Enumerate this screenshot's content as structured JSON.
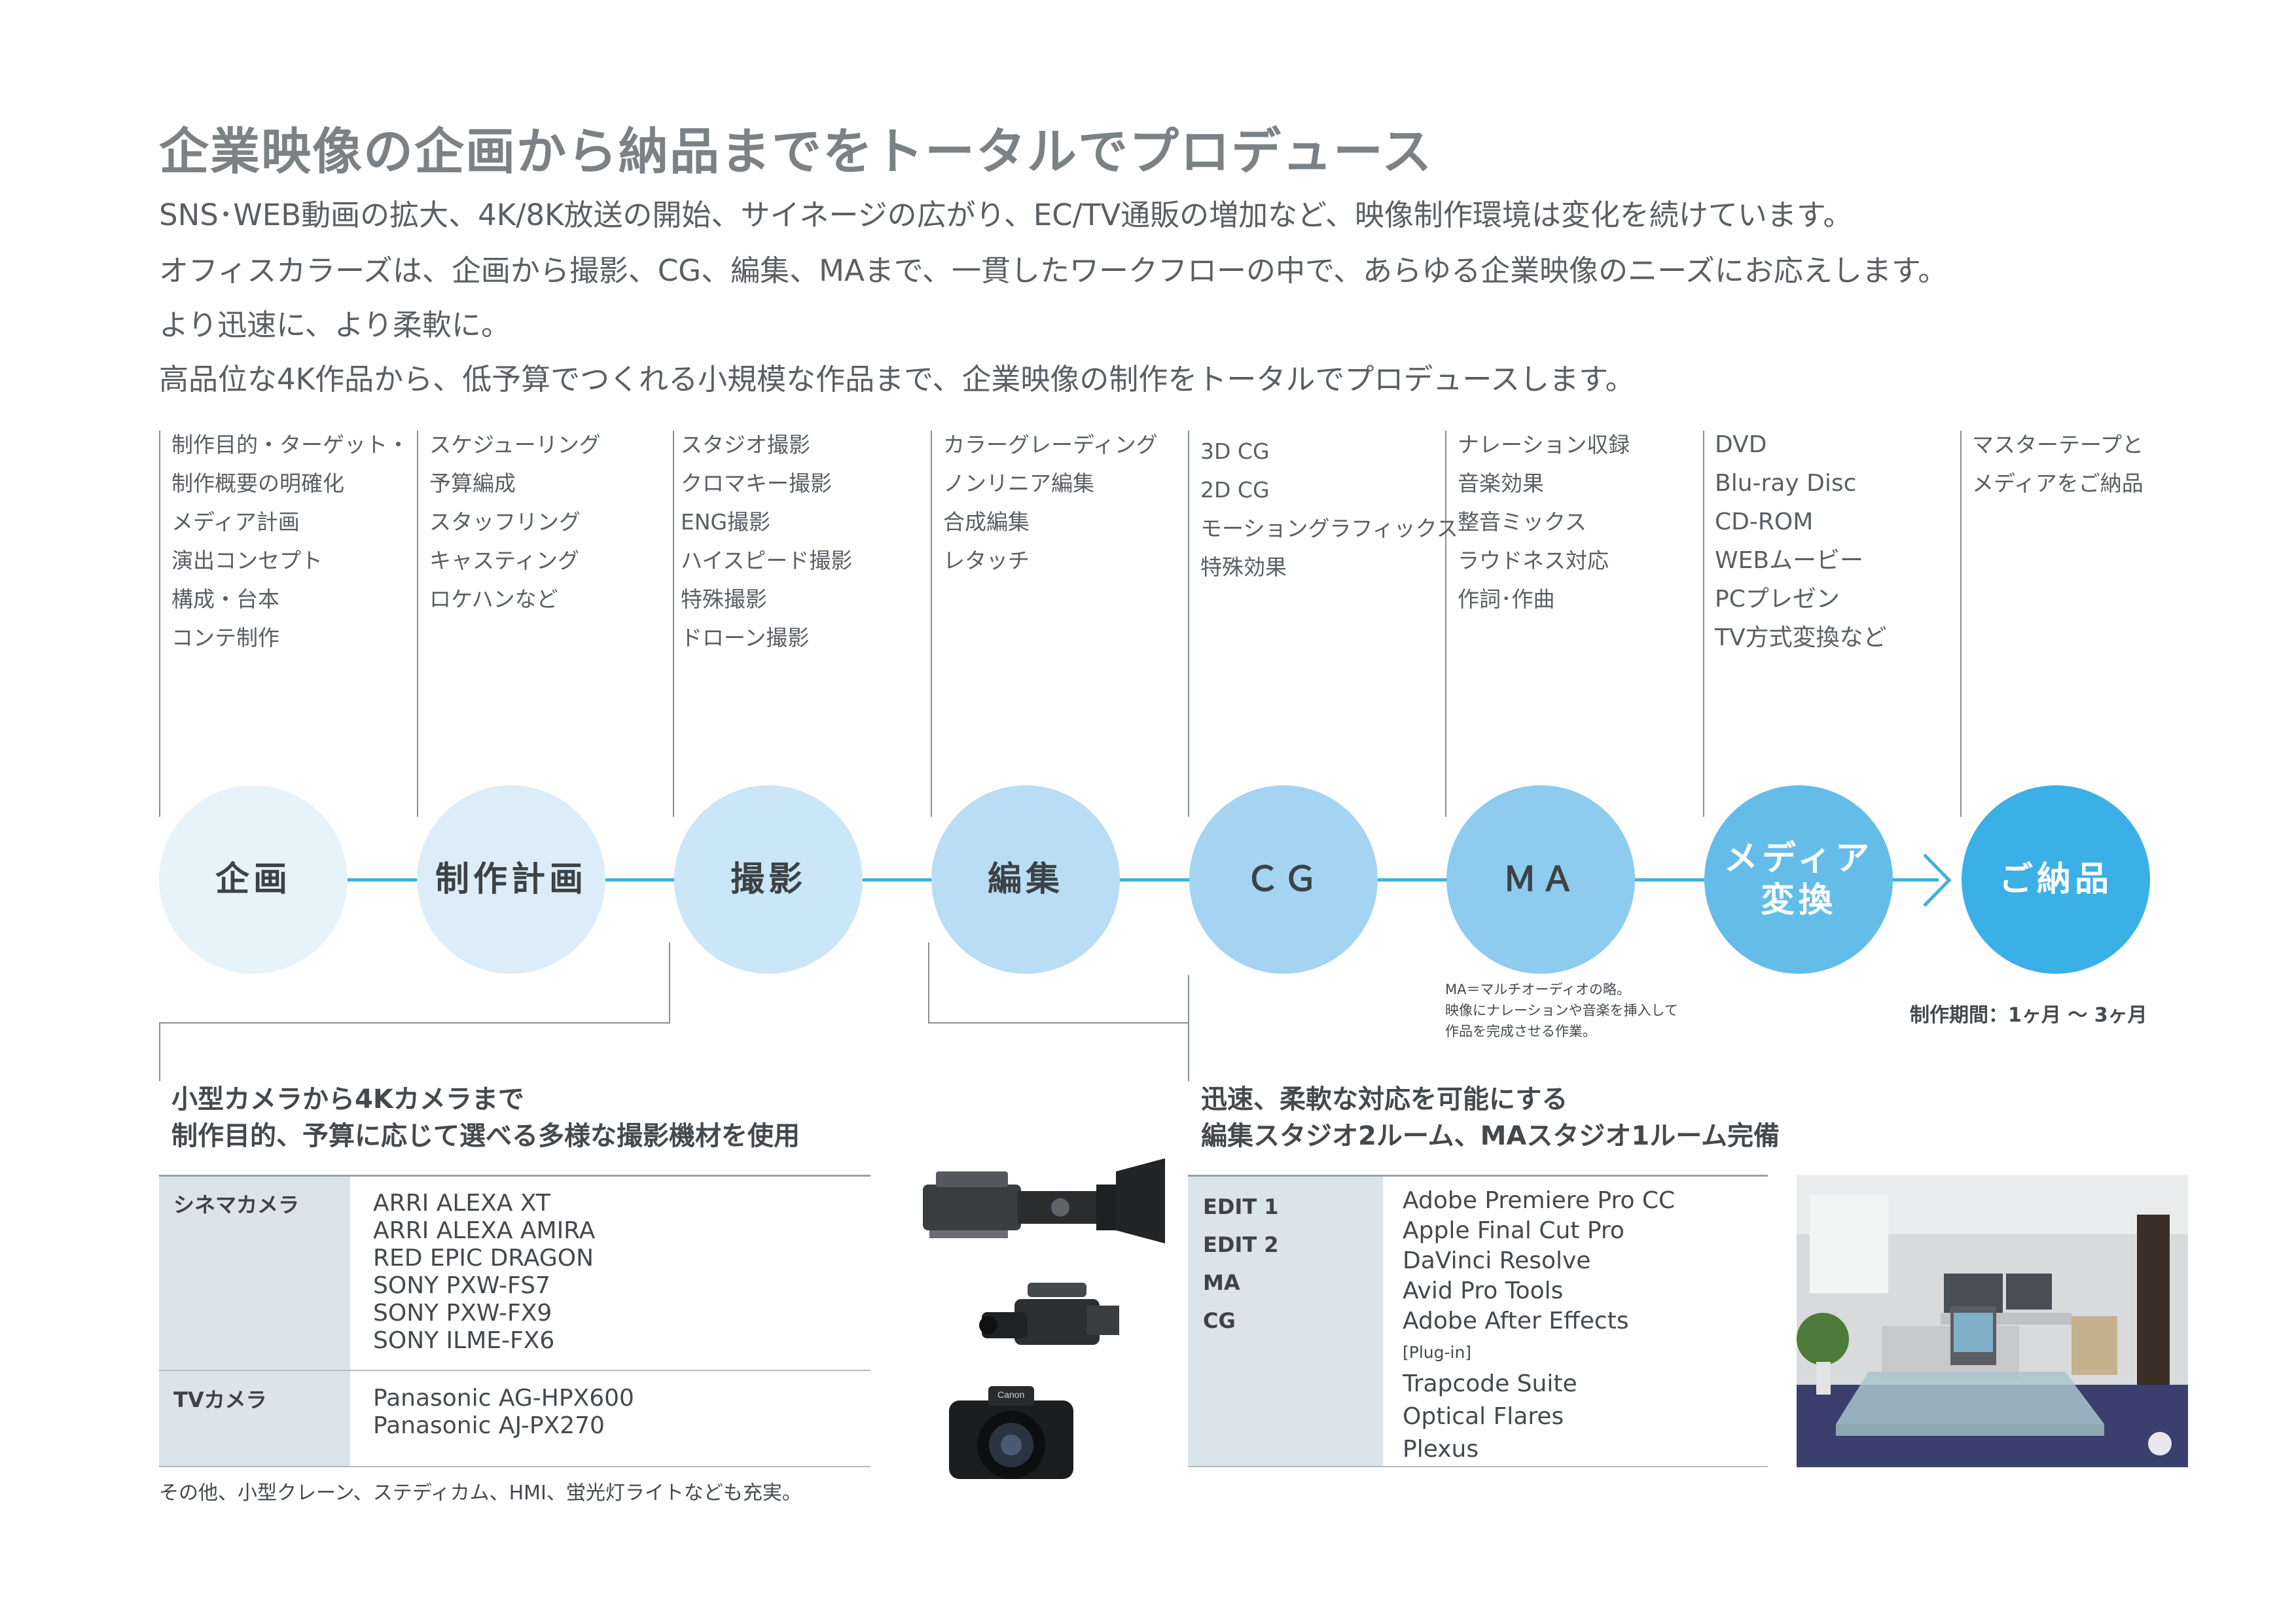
{
  "title": "企業映像の企画から納品までをトータルでプロデュース",
  "intro": [
    "SNS･WEB動画の拡大、4K/8K放送の開始、サイネージの広がり、EC/TV通販の増加など、映像制作環境は変化を続けています。",
    "オフィスカラーズは、企画から撮影、CG、編集、MAまで、一貫したワークフローの中で、あらゆる企業映像のニーズにお応えします。",
    "より迅速に、より柔軟に。",
    "高品位な4K作品から、低予算でつくれる小規模な作品まで、企業映像の制作をトータルでプロデュースします。"
  ],
  "columns": [
    {
      "items": [
        "制作目的・ターゲット・",
        "制作概要の明確化",
        "メディア計画",
        "演出コンセプト",
        "構成・台本",
        "コンテ制作"
      ]
    },
    {
      "items": [
        "スケジューリング",
        "予算編成",
        "スタッフリング",
        "キャスティング",
        "ロケハンなど"
      ]
    },
    {
      "items": [
        "スタジオ撮影",
        "クロマキー撮影",
        "ENG撮影",
        "ハイスピード撮影",
        "特殊撮影",
        "ドローン撮影"
      ]
    },
    {
      "items": [
        "カラーグレーディング",
        "ノンリニア編集",
        "合成編集",
        "レタッチ"
      ]
    },
    {
      "items": [
        "3D CG",
        "2D CG",
        "モーショングラフィックス",
        "特殊効果"
      ]
    },
    {
      "items": [
        "ナレーション収録",
        "音楽効果",
        "整音ミックス",
        "ラウドネス対応",
        "作詞･作曲"
      ]
    },
    {
      "items": [
        "DVD",
        "Blu-ray Disc",
        "CD-ROM",
        "WEBムービー",
        "PCプレゼン",
        "TV方式変換など"
      ]
    },
    {
      "items": [
        "マスターテープと",
        "メディアをご納品"
      ]
    }
  ],
  "steps": [
    {
      "label": "企画",
      "bg": "#e7f3fb",
      "fg": "#3c4246"
    },
    {
      "label": "制作計画",
      "bg": "#dcedf9",
      "fg": "#3c4246"
    },
    {
      "label": "撮影",
      "bg": "#cbe6f6",
      "fg": "#3c4246"
    },
    {
      "label": "編集",
      "bg": "#b8ddf4",
      "fg": "#3c4246"
    },
    {
      "label": "ＣＧ",
      "bg": "#a4d4f1",
      "fg": "#3c4246"
    },
    {
      "label": "ＭＡ",
      "bg": "#8dcbef",
      "fg": "#3c4246"
    },
    {
      "label": "メディア\n変換",
      "bg": "#64bde9",
      "fg": "#ffffff"
    },
    {
      "label": "ご納品",
      "bg": "#3bb0e6",
      "fg": "#ffffff"
    }
  ],
  "accent_color": "#3fb0e0",
  "ma_note": [
    "MA＝マルチオーディオの略。",
    "映像にナレーションや音楽を挿入して",
    "作品を完成させる作業。"
  ],
  "period": "制作期間：1ヶ月 ～ 3ヶ月",
  "camera": {
    "heading": [
      "小型カメラから4Kカメラまで",
      "制作目的、予算に応じて選べる多様な撮影機材を使用"
    ],
    "groups": [
      {
        "category": "シネマカメラ",
        "items": [
          "ARRI ALEXA XT",
          "ARRI ALEXA AMIRA",
          "RED EPIC DRAGON",
          "SONY  PXW-FS7",
          "SONY  PXW-FX9",
          "SONY  ILME-FX6"
        ]
      },
      {
        "category": "TVカメラ",
        "items": [
          "Panasonic  AG-HPX600",
          "Panasonic  AJ-PX270"
        ]
      }
    ],
    "footnote": "その他、小型クレーン、ステディカム、HMI、蛍光灯ライトなども充実。",
    "photo_text": "Canon"
  },
  "studio": {
    "heading": [
      "迅速、柔軟な対応を可能にする",
      "編集スタジオ2ルーム、MAスタジオ1ルーム完備"
    ],
    "categories": [
      "EDIT 1",
      "EDIT 2",
      "MA",
      "CG"
    ],
    "software": [
      "Adobe Premiere Pro CC",
      "Apple Final Cut Pro",
      "DaVinci Resolve",
      "Avid Pro Tools",
      "Adobe After Effects"
    ],
    "plugin_label": "[Plug-in]",
    "plugins": [
      "Trapcode Suite",
      "Optical Flares",
      "Plexus"
    ]
  }
}
